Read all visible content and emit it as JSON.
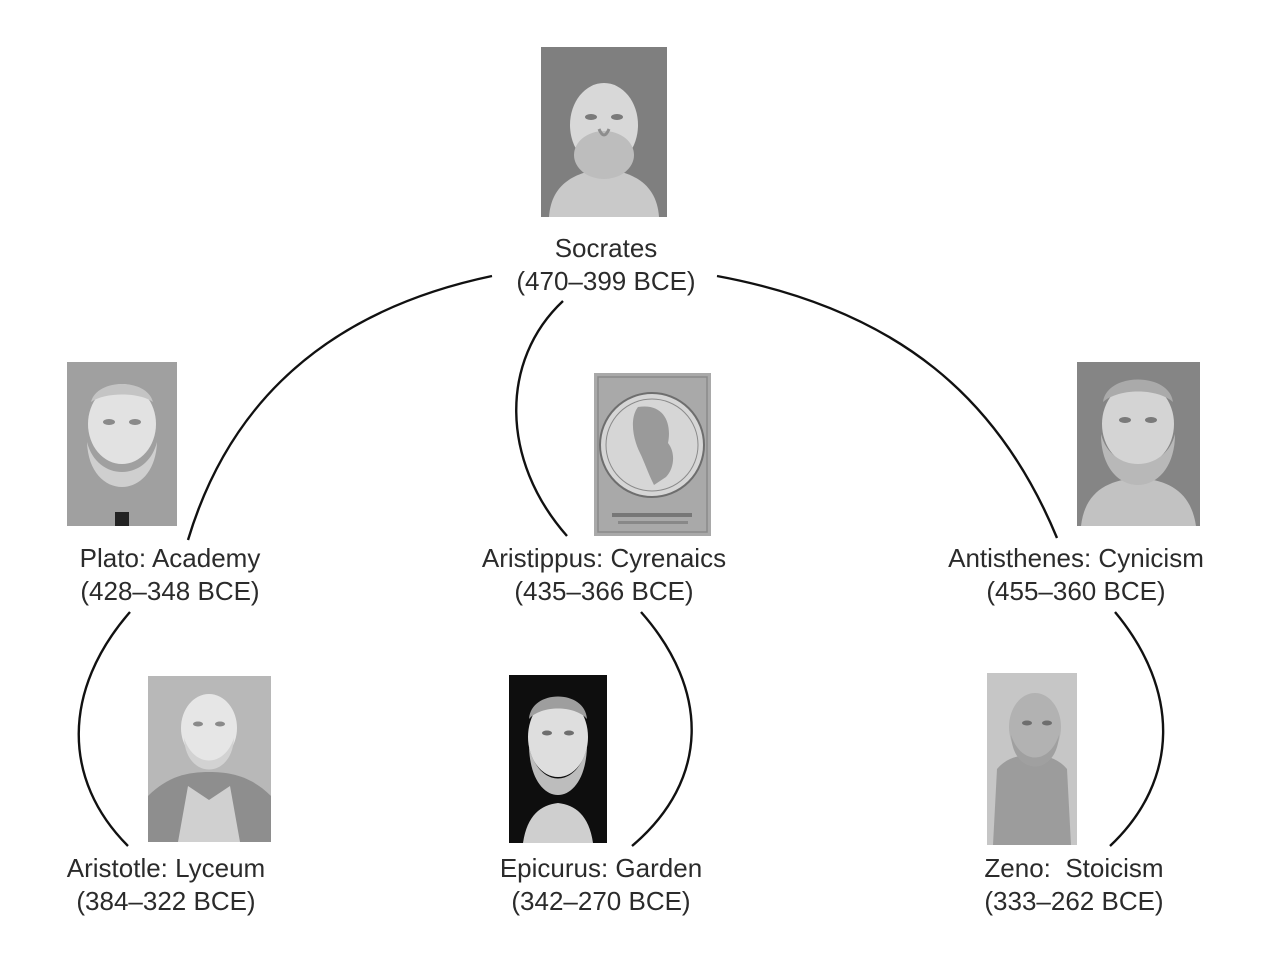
{
  "nodes": [
    {
      "id": "socrates",
      "label": "Socrates",
      "dates": "(470–399 BCE)",
      "portrait": "socrates-bust-icon",
      "tone": "#8a8a8a"
    },
    {
      "id": "plato",
      "label": "Plato: Academy",
      "dates": "(428–348 BCE)",
      "portrait": "plato-bust-icon",
      "tone": "#9a9a9a"
    },
    {
      "id": "aristippus",
      "label": "Aristippus: Cyrenaics",
      "dates": "(435–366 BCE)",
      "portrait": "aristippus-medallion-icon",
      "tone": "#a8a8a8"
    },
    {
      "id": "antisthenes",
      "label": "Antisthenes: Cynicism",
      "dates": "(455–360 BCE)",
      "portrait": "antisthenes-bust-icon",
      "tone": "#8e8e8e"
    },
    {
      "id": "aristotle",
      "label": "Aristotle: Lyceum",
      "dates": "(384–322 BCE)",
      "portrait": "aristotle-bust-icon",
      "tone": "#b5b5b5"
    },
    {
      "id": "epicurus",
      "label": "Epicurus: Garden",
      "dates": "(342–270 BCE)",
      "portrait": "epicurus-bust-icon",
      "tone": "#111111"
    },
    {
      "id": "zeno",
      "label": "Zeno:  Stoicism",
      "dates": "(333–262 BCE)",
      "portrait": "zeno-bust-icon",
      "tone": "#c4c4c4"
    }
  ],
  "edges": [
    {
      "from": "socrates",
      "to": "plato"
    },
    {
      "from": "socrates",
      "to": "aristippus"
    },
    {
      "from": "socrates",
      "to": "antisthenes"
    },
    {
      "from": "plato",
      "to": "aristotle"
    },
    {
      "from": "aristippus",
      "to": "epicurus"
    },
    {
      "from": "antisthenes",
      "to": "zeno"
    }
  ]
}
